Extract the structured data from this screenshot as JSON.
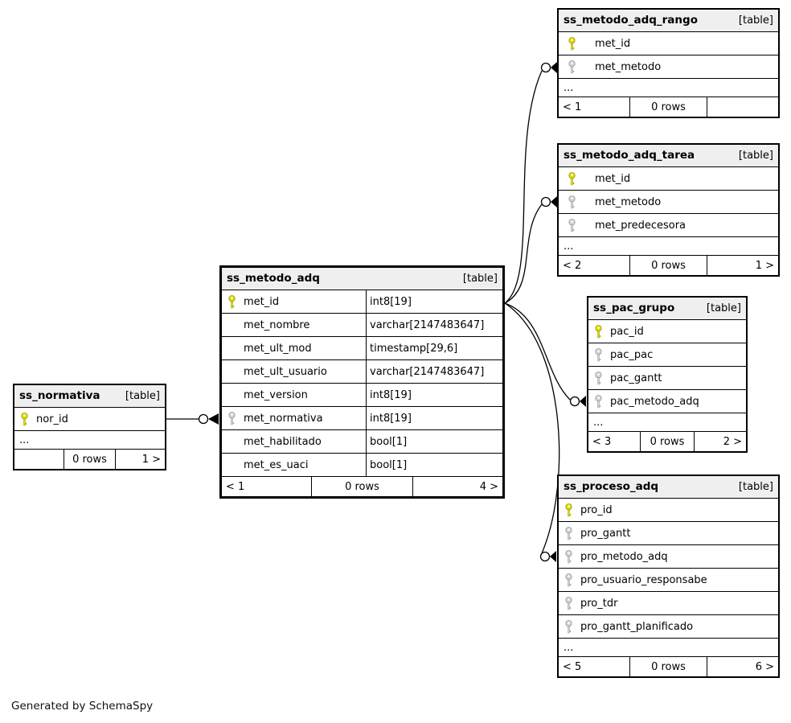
{
  "diagram": {
    "generator_note": "Generated by SchemaSpy",
    "colors": {
      "primary_key": "#dede00",
      "primary_key_outline": "#9a9a00",
      "foreign_key": "#d2d2d2",
      "foreign_key_outline": "#9b9b9b",
      "header_bg": "#efefef",
      "line": "#000000"
    },
    "tables": [
      {
        "name": "ss_metodo_adq_rango",
        "tag": "[table]",
        "columns": [
          {
            "name": "met_id",
            "key": "pk"
          },
          {
            "name": "met_metodo",
            "key": "fk"
          }
        ],
        "ellipsis": "...",
        "footer": {
          "left": "< 1",
          "center": "0 rows",
          "right": ""
        }
      },
      {
        "name": "ss_metodo_adq_tarea",
        "tag": "[table]",
        "columns": [
          {
            "name": "met_id",
            "key": "pk"
          },
          {
            "name": "met_metodo",
            "key": "fk"
          },
          {
            "name": "met_predecesora",
            "key": "fk"
          }
        ],
        "ellipsis": "...",
        "footer": {
          "left": "< 2",
          "center": "0 rows",
          "right": "1 >"
        }
      },
      {
        "name": "ss_pac_grupo",
        "tag": "[table]",
        "columns": [
          {
            "name": "pac_id",
            "key": "pk"
          },
          {
            "name": "pac_pac",
            "key": "fk"
          },
          {
            "name": "pac_gantt",
            "key": "fk"
          },
          {
            "name": "pac_metodo_adq",
            "key": "fk"
          }
        ],
        "ellipsis": "...",
        "footer": {
          "left": "< 3",
          "center": "0 rows",
          "right": "2 >"
        }
      },
      {
        "name": "ss_proceso_adq",
        "tag": "[table]",
        "columns": [
          {
            "name": "pro_id",
            "key": "pk"
          },
          {
            "name": "pro_gantt",
            "key": "fk"
          },
          {
            "name": "pro_metodo_adq",
            "key": "fk"
          },
          {
            "name": "pro_usuario_responsabe",
            "key": "fk"
          },
          {
            "name": "pro_tdr",
            "key": "fk"
          },
          {
            "name": "pro_gantt_planificado",
            "key": "fk"
          }
        ],
        "ellipsis": "...",
        "footer": {
          "left": "< 5",
          "center": "0 rows",
          "right": "6 >"
        }
      },
      {
        "name": "ss_metodo_adq",
        "tag": "[table]",
        "columns": [
          {
            "name": "met_id",
            "type": "int8[19]",
            "key": "pk"
          },
          {
            "name": "met_nombre",
            "type": "varchar[2147483647]"
          },
          {
            "name": "met_ult_mod",
            "type": "timestamp[29,6]"
          },
          {
            "name": "met_ult_usuario",
            "type": "varchar[2147483647]"
          },
          {
            "name": "met_version",
            "type": "int8[19]"
          },
          {
            "name": "met_normativa",
            "type": "int8[19]",
            "key": "fk"
          },
          {
            "name": "met_habilitado",
            "type": "bool[1]"
          },
          {
            "name": "met_es_uaci",
            "type": "bool[1]"
          }
        ],
        "footer": {
          "left": "< 1",
          "center": "0 rows",
          "right": "4 >"
        }
      },
      {
        "name": "ss_normativa",
        "tag": "[table]",
        "columns": [
          {
            "name": "nor_id",
            "key": "pk"
          }
        ],
        "ellipsis": "...",
        "footer": {
          "left": "",
          "center": "0 rows",
          "right": "1 >"
        }
      }
    ]
  }
}
